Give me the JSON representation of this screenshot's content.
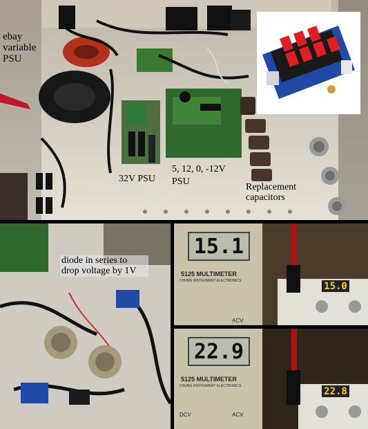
{
  "top_photo": {
    "labels": {
      "ebay_psu": "ebay variable PSU",
      "psu32": "32V PSU",
      "psu_multi_line1": "5, 12, 0, -12V",
      "psu_multi_line2": "PSU",
      "caps": "Replacement capacitors"
    }
  },
  "bottom_left_photo": {
    "label": "diode in series to drop voltage by 1V"
  },
  "meter_top": {
    "display": "15.1",
    "model": "5125 MULTIMETER",
    "maker": "CHUNG INSTRUMENT ELECTRONICS",
    "acv": "ACV",
    "module_display": "15.0"
  },
  "meter_bottom": {
    "display": "22.9",
    "model": "5125 MULTIMETER",
    "maker": "CHUNG INSTRUMENT ELECTRONICS",
    "dcv": "DCV",
    "acv": "ACV",
    "module_display": "22.8"
  },
  "colors": {
    "board_green": "#2f6a2c",
    "enclosure": "#d9d4c8",
    "module_blue": "#1f4aa8",
    "display_red": "#e02020"
  }
}
